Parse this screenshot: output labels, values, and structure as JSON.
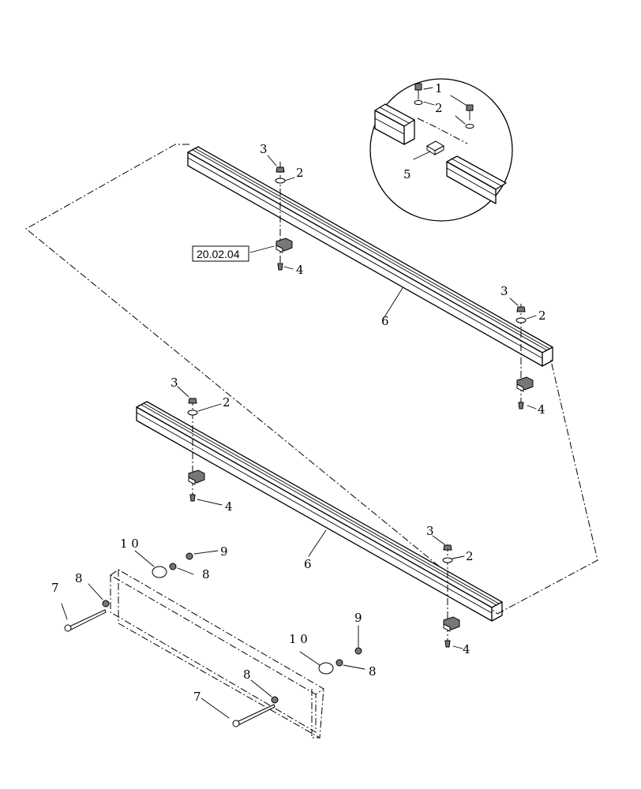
{
  "reference_box": "20.02.04",
  "callouts": {
    "c1": "1",
    "c2": "2",
    "c3": "3",
    "c4": "4",
    "c5": "5",
    "c6": "6",
    "c7": "7",
    "c8": "8",
    "c9": "9",
    "c10": "1 0"
  }
}
